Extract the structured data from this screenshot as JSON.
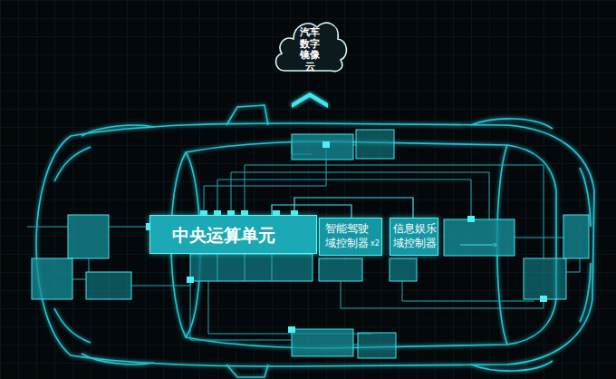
{
  "diagram": {
    "nodes": [
      {
        "text": [
          "汽车数字镜像云"
        ]
      },
      {
        "text": [
          "中央运算单元"
        ]
      },
      {
        "text": [
          "智能驾驶域控制器"
        ]
      },
      {
        "text": [
          "信息娱乐域控制器"
        ]
      }
    ],
    "edges": [
      {
        "from": 1,
        "to": 2,
        "arrow": "none"
      },
      {
        "from": 1,
        "to": 3,
        "arrow": "none"
      }
    ],
    "labels": [
      "x2"
    ]
  }
}
